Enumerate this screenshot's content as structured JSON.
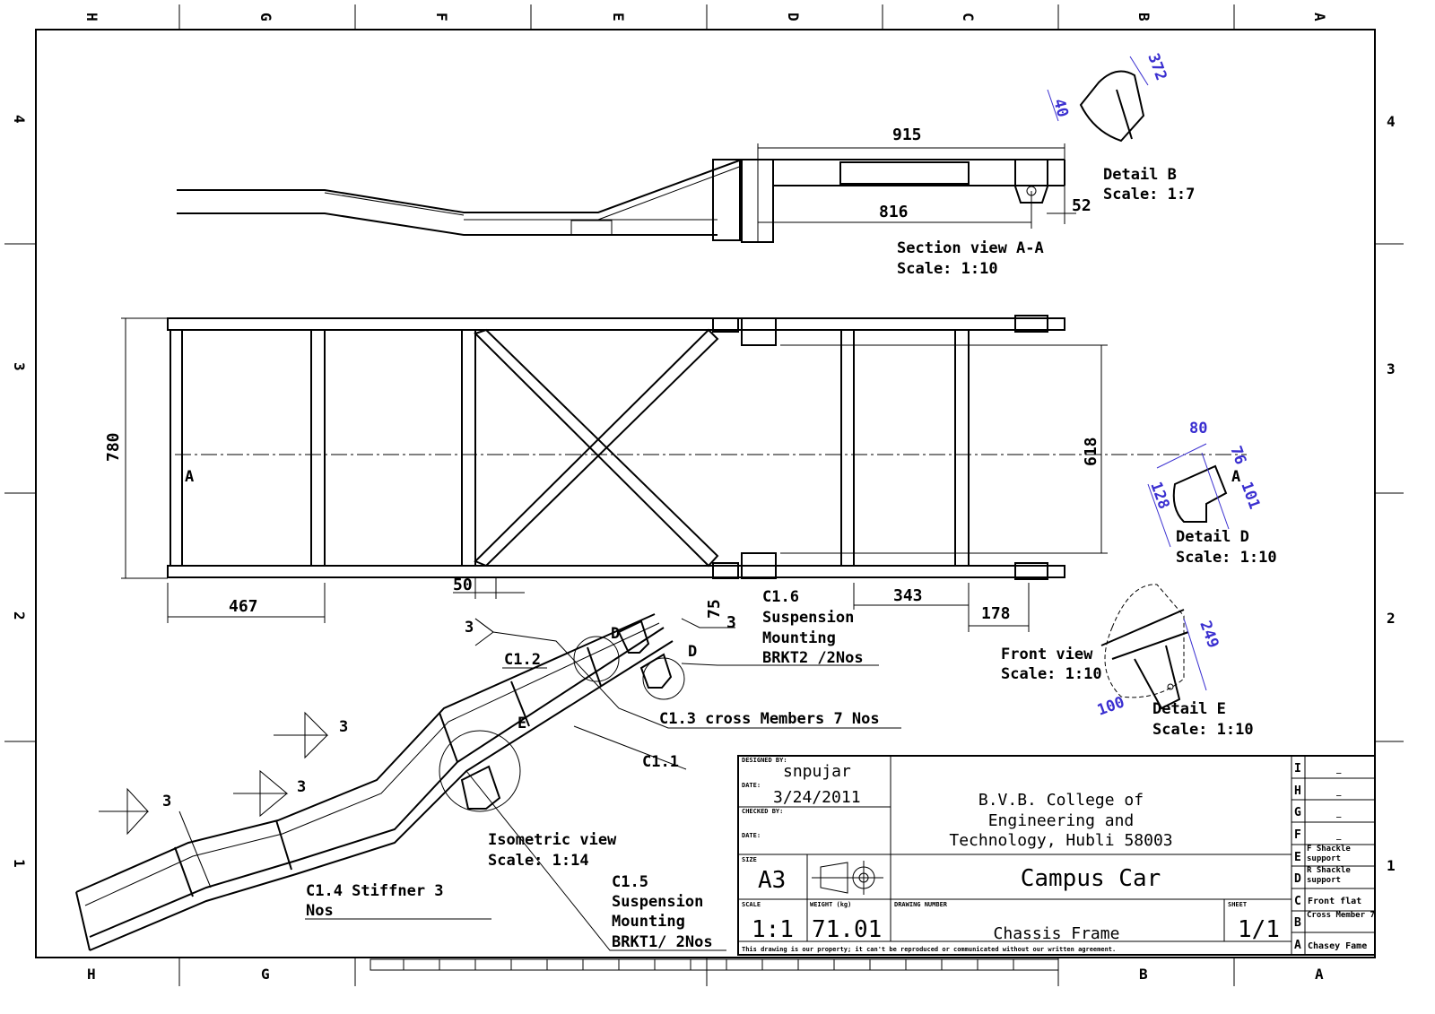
{
  "zones": {
    "columns": [
      "H",
      "G",
      "F",
      "E",
      "D",
      "C",
      "B",
      "A"
    ],
    "bottom_columns": [
      "H",
      "G",
      "B",
      "A"
    ],
    "rows": [
      "4",
      "3",
      "2",
      "1"
    ]
  },
  "section_view": {
    "title": "Section view A-A",
    "scale": "Scale:  1:10",
    "dims": {
      "overall": "915",
      "inner": "816",
      "offset": "52"
    }
  },
  "detail_b": {
    "title": "Detail B",
    "scale": "Scale:  1:7",
    "dims": [
      "372",
      "40"
    ]
  },
  "top_view": {
    "dims": {
      "width": "780",
      "inner_width": "618",
      "first_bay": "467",
      "member_width": "50",
      "mount": "75",
      "weld": "3",
      "bay": "343",
      "end": "178"
    },
    "section_marks": [
      "A",
      "A"
    ]
  },
  "detail_d": {
    "title": "Detail D",
    "scale": "Scale:  1:10",
    "dims": [
      "80",
      "76",
      "101",
      "128"
    ]
  },
  "front_view": {
    "title": "Front view",
    "scale": "Scale:  1:10"
  },
  "detail_e": {
    "title": "Detail E",
    "scale": "Scale:  1:10",
    "dims": [
      "249",
      "100"
    ]
  },
  "isometric": {
    "title": "Isometric view",
    "scale": "Scale:  1:14",
    "callouts": {
      "c16": [
        "C1.6",
        "Suspension",
        "Mounting",
        "BRKT2 /2Nos"
      ],
      "c12": "C1.2",
      "c13": "C1.3 cross Members 7 Nos",
      "c11": "C1.1",
      "c14": [
        "C1.4 Stiffner 3",
        "Nos"
      ],
      "c15": [
        "C1.5",
        "Suspension",
        "Mounting",
        "BRKT1/ 2Nos"
      ],
      "detail_marks": [
        "D",
        "D",
        "E"
      ],
      "welds": [
        "3",
        "3",
        "3",
        "3"
      ]
    }
  },
  "title_block": {
    "designed_by_label": "DESIGNED BY:",
    "designed_by": "snpujar",
    "date_label": "DATE:",
    "date": "3/24/2011",
    "checked_by_label": "CHECKED BY:",
    "checked_date_label": "DATE:",
    "institution": [
      "B.V.B. College of",
      "Engineering and",
      "Technology, Hubli 58003"
    ],
    "size_label": "SIZE",
    "size": "A3",
    "project": "Campus Car",
    "scale_label": "SCALE",
    "scale": "1:1",
    "weight_label": "WEIGHT (kg)",
    "weight": "71.01",
    "drawing_number_label": "DRAWING NUMBER",
    "drawing_number": "Chassis Frame",
    "sheet_label": "SHEET",
    "sheet": "1/1",
    "footer": "This drawing is our property; it can't be reproduced or communicated without our written agreement."
  },
  "revisions": [
    {
      "letter": "I",
      "text": "_"
    },
    {
      "letter": "H",
      "text": "_"
    },
    {
      "letter": "G",
      "text": "_"
    },
    {
      "letter": "F",
      "text": "_"
    },
    {
      "letter": "E",
      "text": "F Shackle support"
    },
    {
      "letter": "D",
      "text": "R Shackle support"
    },
    {
      "letter": "C",
      "text": "Front flat"
    },
    {
      "letter": "B",
      "text": "Cross Member 7"
    },
    {
      "letter": "A",
      "text": "Chasey Fame"
    }
  ]
}
